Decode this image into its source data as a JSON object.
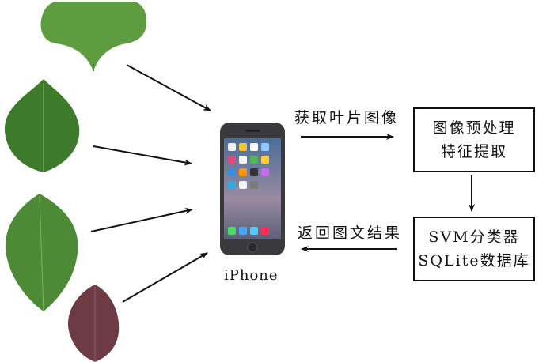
{
  "phone_label": "iPhone",
  "acquire_label": "获取叶片图像",
  "return_label": "返回图文结果",
  "process_box": {
    "line1": "图像预处理",
    "line2": "特征提取"
  },
  "classify_box": {
    "line1": "SVM分类器",
    "line2": "SQLite数据库"
  },
  "colors": {
    "leaf_green": "#5b9a3e",
    "leaf_dark": "#3f7a2c",
    "leaf_purple": "#6e3a44",
    "phone_body": "#3a3a3c"
  }
}
